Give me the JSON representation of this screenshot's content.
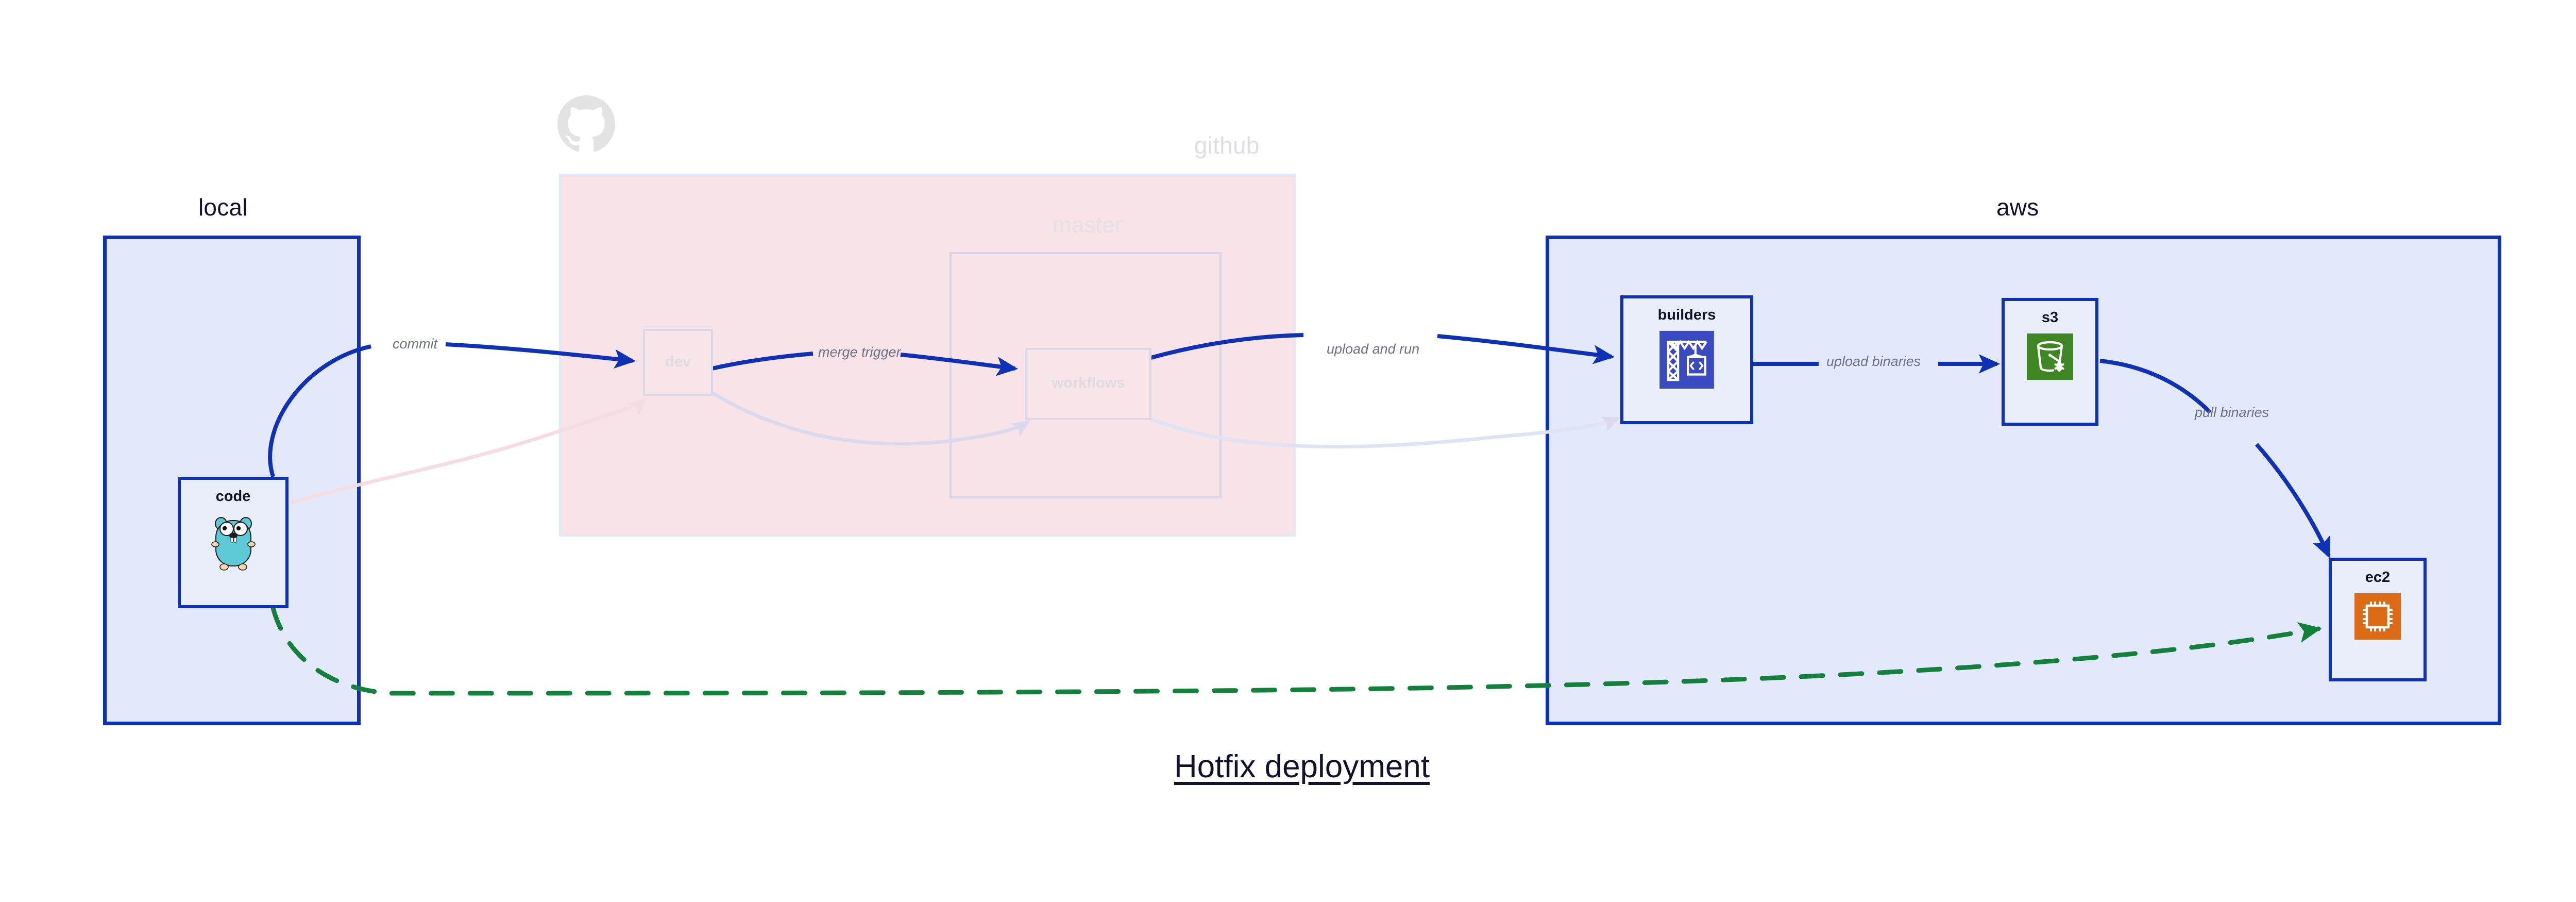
{
  "diagram": {
    "title": "Hotfix deployment",
    "background": "#ffffff",
    "accent_blue": "#0f31b5",
    "cluster_fill_blue": "#e3e8fb",
    "cluster_fill_pink": "#f8e3e8",
    "node_fill": "#eaeefb",
    "edge_label_color": "#6e7280",
    "dashed_edge_color": "#13803c"
  },
  "clusters": [
    {
      "id": "local",
      "label": "local",
      "style": "solid-blue"
    },
    {
      "id": "github",
      "label": "github",
      "style": "faded-pink",
      "watermark_icon": "github-octocat-icon"
    },
    {
      "id": "master",
      "label": "master",
      "style": "faded-outline"
    },
    {
      "id": "aws",
      "label": "aws",
      "style": "solid-blue"
    }
  ],
  "nodes": [
    {
      "id": "code",
      "label": "code",
      "icon": "go-gopher-icon",
      "cluster": "local",
      "faded": false
    },
    {
      "id": "dev",
      "label": "dev",
      "icon": "none",
      "cluster": "github",
      "faded": true
    },
    {
      "id": "workflows",
      "label": "workflows",
      "icon": "none",
      "cluster": "master",
      "faded": true
    },
    {
      "id": "builders",
      "label": "builders",
      "icon": "aws-codebuild-icon",
      "cluster": "aws",
      "faded": false
    },
    {
      "id": "s3",
      "label": "s3",
      "icon": "aws-s3-bucket-icon",
      "cluster": "aws",
      "faded": false
    },
    {
      "id": "ec2",
      "label": "ec2",
      "icon": "aws-ec2-chip-icon",
      "cluster": "aws",
      "faded": false
    }
  ],
  "edges": [
    {
      "id": "commit",
      "label": "commit",
      "from": "code",
      "to": "dev",
      "style": "solid",
      "color": "#0f31b5",
      "faded": false
    },
    {
      "id": "merge-trigger",
      "label": "merge trigger",
      "from": "dev",
      "to": "workflows",
      "style": "solid",
      "color": "#0f31b5",
      "faded": false
    },
    {
      "id": "upload-and-run",
      "label": "upload and run",
      "from": "workflows",
      "to": "builders",
      "style": "solid",
      "color": "#0f31b5",
      "faded": false
    },
    {
      "id": "upload-binaries",
      "label": "upload binaries",
      "from": "builders",
      "to": "s3",
      "style": "solid",
      "color": "#0f31b5",
      "faded": false
    },
    {
      "id": "pull-binaries",
      "label": "pull binaries",
      "from": "s3",
      "to": "ec2",
      "style": "solid",
      "color": "#0f31b5",
      "faded": false
    },
    {
      "id": "hotfix-direct",
      "label": "",
      "from": "code",
      "to": "ec2",
      "style": "dashed",
      "color": "#13803c",
      "faded": false
    },
    {
      "id": "ghost-code-dev",
      "label": "",
      "from": "code",
      "to": "dev",
      "style": "solid",
      "color": "#f3dde3",
      "faded": true
    },
    {
      "id": "ghost-dev-wf",
      "label": "",
      "from": "dev",
      "to": "workflows",
      "style": "solid",
      "color": "#ded9ea",
      "faded": true
    },
    {
      "id": "ghost-wf-build",
      "label": "",
      "from": "workflows",
      "to": "builders",
      "style": "solid",
      "color": "#dfe3f3",
      "faded": true
    }
  ],
  "icon_names": {
    "github": "github-octocat-icon",
    "go": "go-gopher-icon",
    "codebuild": "aws-codebuild-icon",
    "s3": "aws-s3-bucket-icon",
    "ec2": "aws-ec2-chip-icon"
  }
}
